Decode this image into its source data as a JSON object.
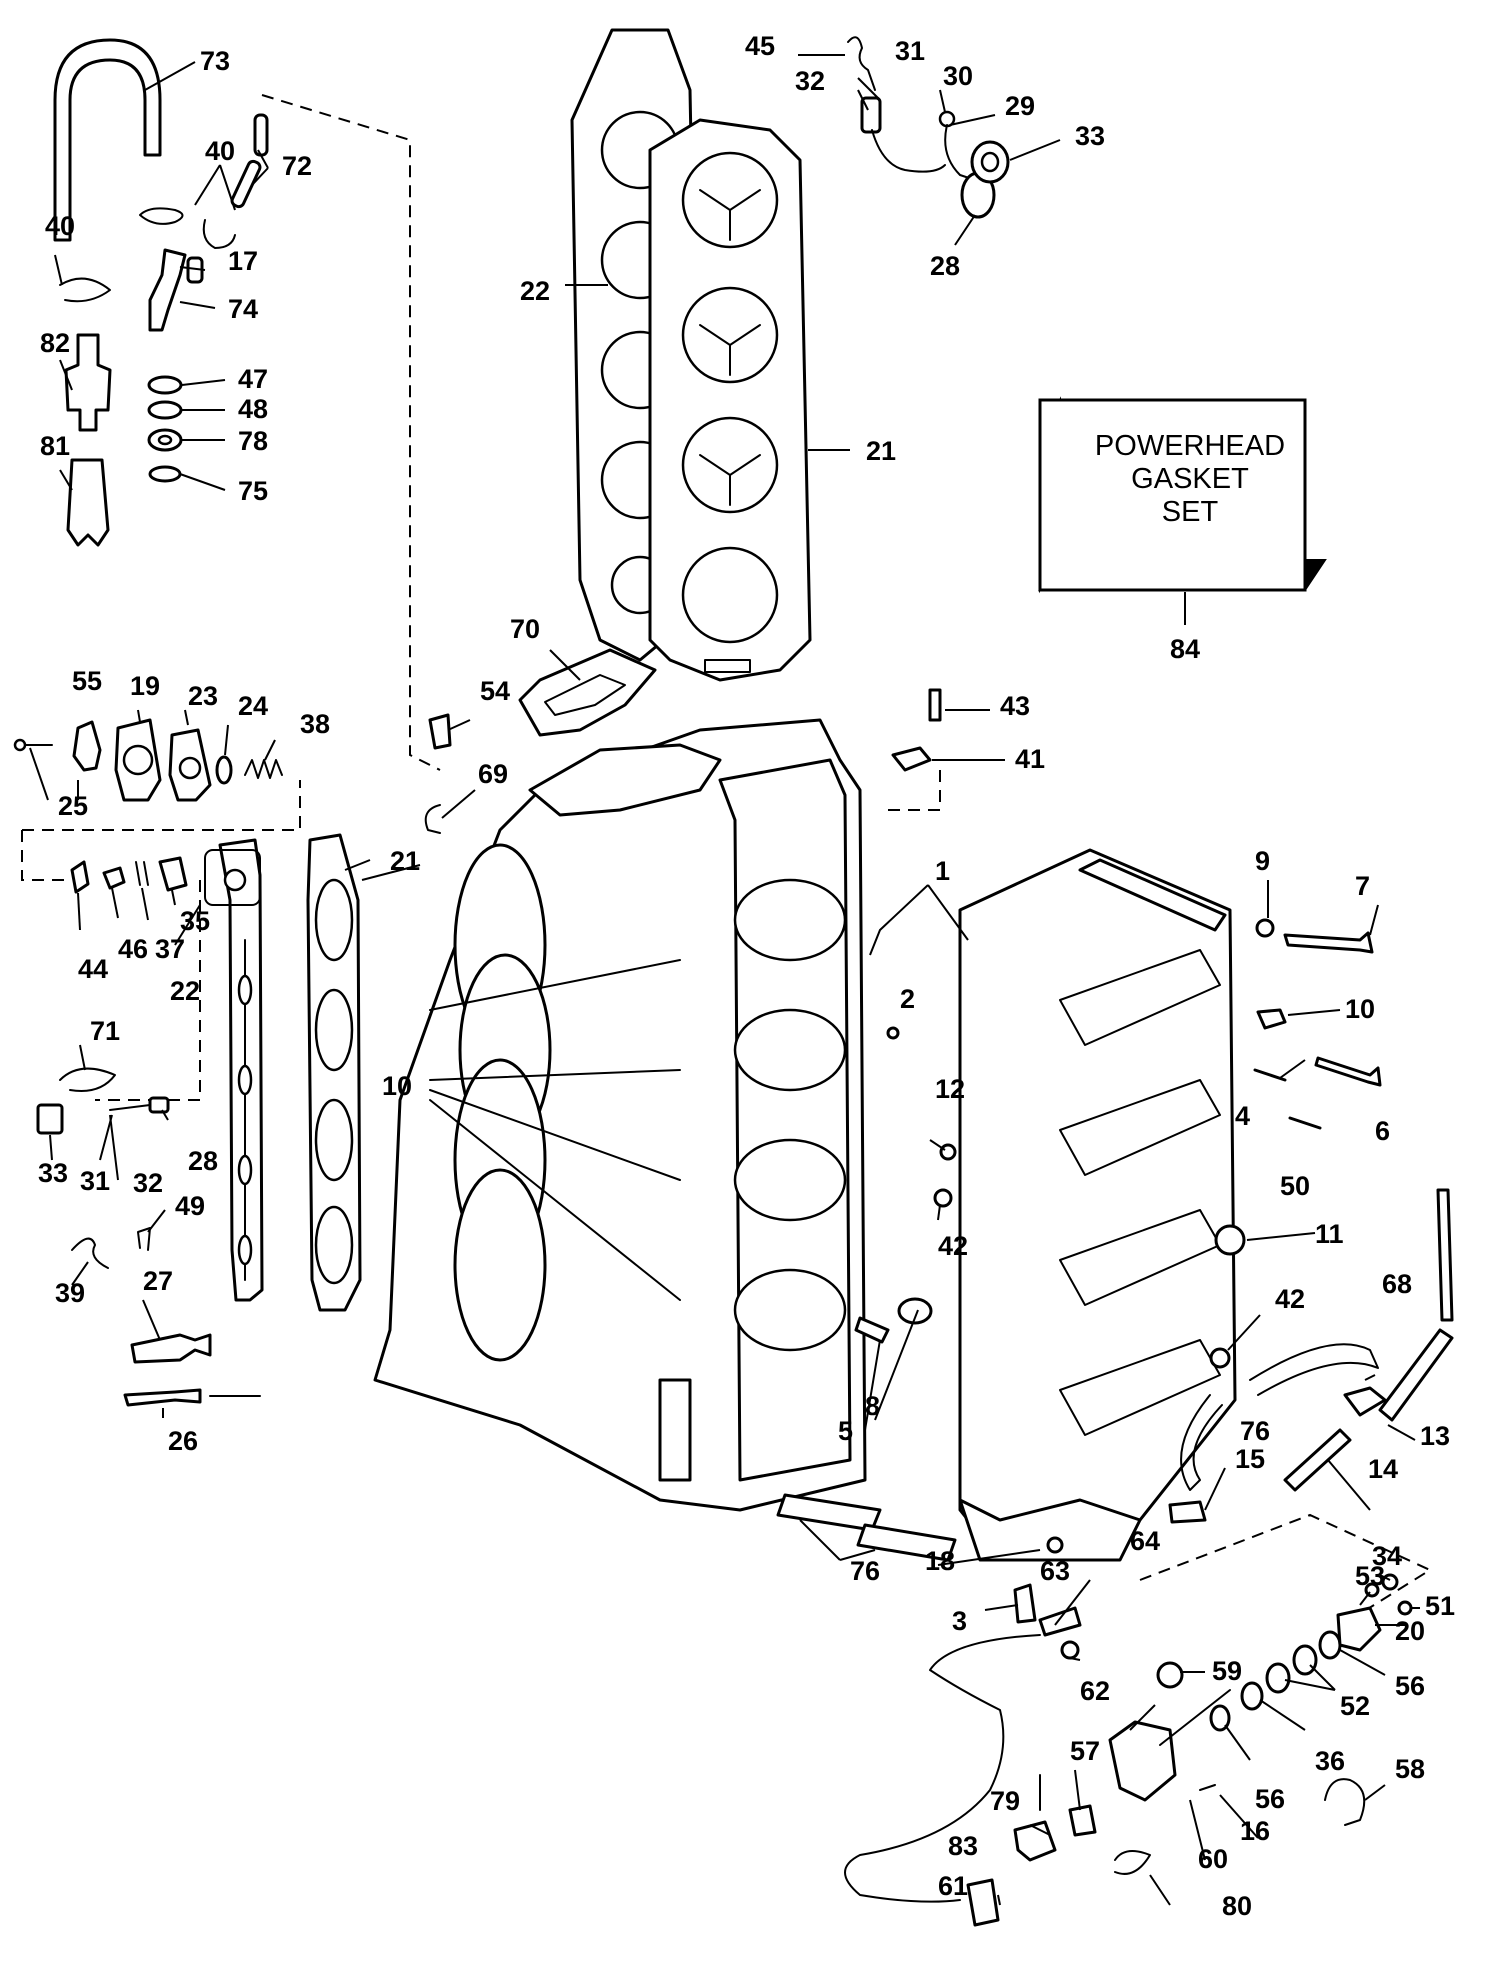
{
  "kit_box": {
    "lines": [
      "POWERHEAD",
      "GASKET",
      "SET"
    ],
    "number": "84"
  },
  "callouts": [
    {
      "id": "1",
      "text": "1"
    },
    {
      "id": "2",
      "text": "2"
    },
    {
      "id": "3",
      "text": "3"
    },
    {
      "id": "4",
      "text": "4"
    },
    {
      "id": "5",
      "text": "5"
    },
    {
      "id": "6",
      "text": "6"
    },
    {
      "id": "7",
      "text": "7"
    },
    {
      "id": "8",
      "text": "8"
    },
    {
      "id": "9",
      "text": "9"
    },
    {
      "id": "10a",
      "text": "10"
    },
    {
      "id": "10b",
      "text": "10"
    },
    {
      "id": "11",
      "text": "11"
    },
    {
      "id": "12",
      "text": "12"
    },
    {
      "id": "13",
      "text": "13"
    },
    {
      "id": "14",
      "text": "14"
    },
    {
      "id": "15",
      "text": "15"
    },
    {
      "id": "16",
      "text": "16"
    },
    {
      "id": "17",
      "text": "17"
    },
    {
      "id": "18",
      "text": "18"
    },
    {
      "id": "19",
      "text": "19"
    },
    {
      "id": "20",
      "text": "20"
    },
    {
      "id": "21a",
      "text": "21"
    },
    {
      "id": "21b",
      "text": "21"
    },
    {
      "id": "22a",
      "text": "22"
    },
    {
      "id": "22b",
      "text": "22"
    },
    {
      "id": "23",
      "text": "23"
    },
    {
      "id": "24",
      "text": "24"
    },
    {
      "id": "25",
      "text": "25"
    },
    {
      "id": "26",
      "text": "26"
    },
    {
      "id": "27",
      "text": "27"
    },
    {
      "id": "28a",
      "text": "28"
    },
    {
      "id": "28b",
      "text": "28"
    },
    {
      "id": "29",
      "text": "29"
    },
    {
      "id": "30",
      "text": "30"
    },
    {
      "id": "31a",
      "text": "31"
    },
    {
      "id": "31b",
      "text": "31"
    },
    {
      "id": "32a",
      "text": "32"
    },
    {
      "id": "32b",
      "text": "32"
    },
    {
      "id": "33a",
      "text": "33"
    },
    {
      "id": "33b",
      "text": "33"
    },
    {
      "id": "34",
      "text": "34"
    },
    {
      "id": "35",
      "text": "35"
    },
    {
      "id": "36",
      "text": "36"
    },
    {
      "id": "37",
      "text": "37"
    },
    {
      "id": "38",
      "text": "38"
    },
    {
      "id": "39",
      "text": "39"
    },
    {
      "id": "40a",
      "text": "40"
    },
    {
      "id": "40b",
      "text": "40"
    },
    {
      "id": "41",
      "text": "41"
    },
    {
      "id": "42a",
      "text": "42"
    },
    {
      "id": "42b",
      "text": "42"
    },
    {
      "id": "43",
      "text": "43"
    },
    {
      "id": "44",
      "text": "44"
    },
    {
      "id": "45",
      "text": "45"
    },
    {
      "id": "46",
      "text": "46"
    },
    {
      "id": "47",
      "text": "47"
    },
    {
      "id": "48",
      "text": "48"
    },
    {
      "id": "49",
      "text": "49"
    },
    {
      "id": "50",
      "text": "50"
    },
    {
      "id": "51",
      "text": "51"
    },
    {
      "id": "52",
      "text": "52"
    },
    {
      "id": "53",
      "text": "53"
    },
    {
      "id": "54",
      "text": "54"
    },
    {
      "id": "55",
      "text": "55"
    },
    {
      "id": "56a",
      "text": "56"
    },
    {
      "id": "56b",
      "text": "56"
    },
    {
      "id": "57",
      "text": "57"
    },
    {
      "id": "58",
      "text": "58"
    },
    {
      "id": "59",
      "text": "59"
    },
    {
      "id": "60",
      "text": "60"
    },
    {
      "id": "61",
      "text": "61"
    },
    {
      "id": "62",
      "text": "62"
    },
    {
      "id": "63",
      "text": "63"
    },
    {
      "id": "64",
      "text": "64"
    },
    {
      "id": "68",
      "text": "68"
    },
    {
      "id": "69",
      "text": "69"
    },
    {
      "id": "70",
      "text": "70"
    },
    {
      "id": "71",
      "text": "71"
    },
    {
      "id": "72",
      "text": "72"
    },
    {
      "id": "73",
      "text": "73"
    },
    {
      "id": "74",
      "text": "74"
    },
    {
      "id": "75",
      "text": "75"
    },
    {
      "id": "76a",
      "text": "76"
    },
    {
      "id": "76b",
      "text": "76"
    },
    {
      "id": "78",
      "text": "78"
    },
    {
      "id": "79",
      "text": "79"
    },
    {
      "id": "80",
      "text": "80"
    },
    {
      "id": "81",
      "text": "81"
    },
    {
      "id": "82",
      "text": "82"
    },
    {
      "id": "83",
      "text": "83"
    }
  ]
}
